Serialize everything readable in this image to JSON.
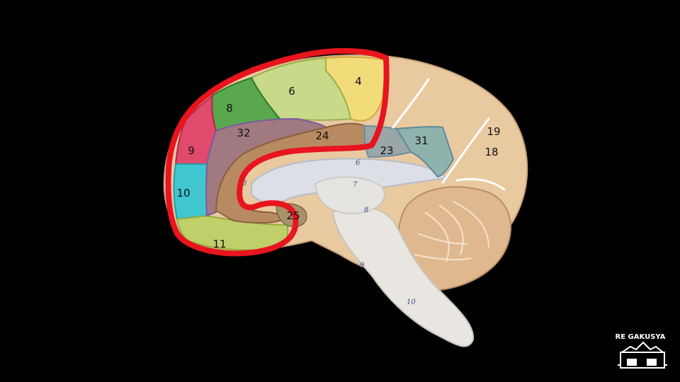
{
  "area_labels": [
    "4",
    "6",
    "8",
    "32",
    "24",
    "9",
    "23",
    "31",
    "19",
    "18",
    "10",
    "25",
    "11"
  ],
  "model_markings": [
    "6",
    "7",
    "8",
    "9",
    "10",
    "3"
  ],
  "logo": {
    "text": "RE GAKUSYA",
    "icon": "house-face-icon"
  },
  "colors": {
    "background": "#000000",
    "outline": "#e8141e",
    "brain": "#e8c9a0",
    "area4": "#f2dc7a",
    "area6": "#c9d98a",
    "area8": "#5aa84e",
    "area9": "#e04a6c",
    "area10": "#3fc6cf",
    "area11": "#bfd06a",
    "area24": "#b88a62",
    "area32": "#a07a80",
    "area23": "#9aa6a8",
    "area31": "#8fb2ac",
    "cerebellum": "#e0b890"
  }
}
